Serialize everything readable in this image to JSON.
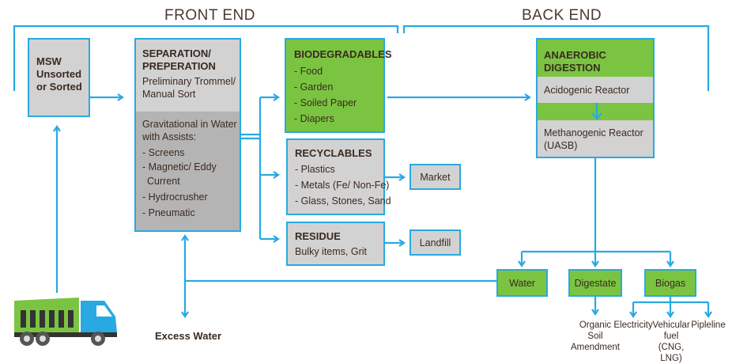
{
  "headers": {
    "front_end": "FRONT END",
    "back_end": "BACK END"
  },
  "msw": {
    "line1": "MSW",
    "line2": "Unsorted",
    "line3": "or Sorted"
  },
  "separation": {
    "title_line1": "SEPARATION/",
    "title_line2": "PREPERATION",
    "sub_line1": "Preliminary Trommel/",
    "sub_line2": "Manual Sort",
    "gravity_line1": "Gravitational in Water",
    "gravity_line2": "with Assists:",
    "items": [
      "- Screens",
      "- Magnetic/ Eddy",
      "  Current",
      "- Hydrocrusher",
      "- Pneumatic"
    ]
  },
  "biodegradables": {
    "title": "BIODEGRADABLES",
    "items": [
      "- Food",
      "- Garden",
      "- Soiled Paper",
      "- Diapers"
    ]
  },
  "recyclables": {
    "title": "RECYCLABLES",
    "items": [
      "- Plastics",
      "- Metals (Fe/ Non-Fe)",
      "- Glass, Stones, Sand"
    ]
  },
  "residue": {
    "title": "RESIDUE",
    "sub": "Bulky items, Grit"
  },
  "market": "Market",
  "landfill": "Landfill",
  "anaerobic": {
    "title": "ANAEROBIC DIGESTION",
    "acidogenic": "Acidogenic Reactor",
    "methanogenic_line1": "Methanogenic Reactor",
    "methanogenic_line2": "(UASB)"
  },
  "outputs": {
    "water": "Water",
    "digestate": "Digestate",
    "biogas": "Biogas"
  },
  "excess_water": "Excess Water",
  "digestate_use": {
    "line1": "Organic",
    "line2": "Soil",
    "line3": "Amendment"
  },
  "biogas_uses": {
    "electricity": "Electricity",
    "vehicular_line1": "Vehicular",
    "vehicular_line2": "fuel (CNG,",
    "vehicular_line3": "LNG)",
    "pipeline": "Pipleline"
  },
  "colors": {
    "line": "#29a9e1",
    "green": "#7bc442",
    "gray": "#d3d2d2",
    "dark_gray": "#b5b4b4",
    "text": "#3a2a20"
  }
}
